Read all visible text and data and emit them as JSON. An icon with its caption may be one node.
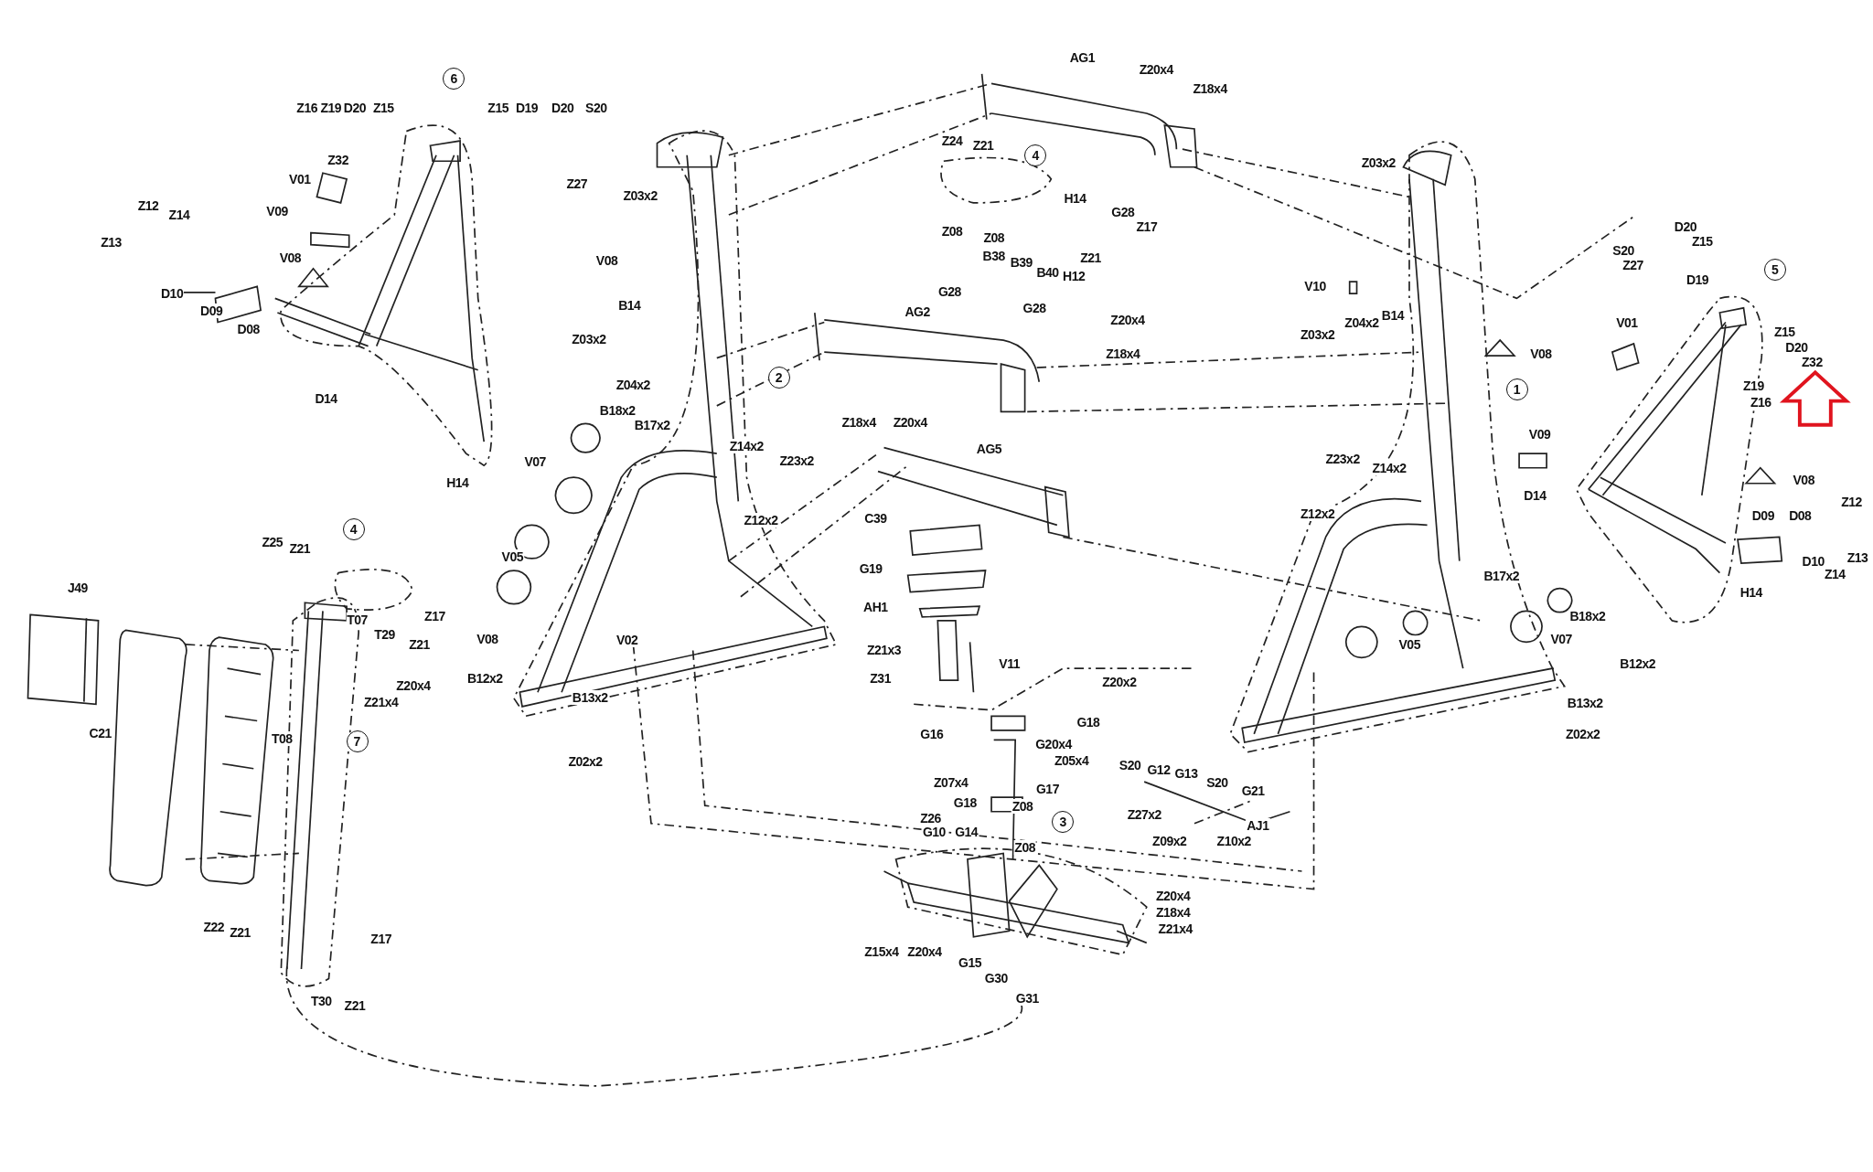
{
  "diagram": {
    "labels": [
      "6",
      "Z16",
      "Z19",
      "D20",
      "Z15",
      "Z15",
      "D19",
      "D20",
      "S20",
      "AG1",
      "Z20x4",
      "Z18x4",
      "Z24",
      "Z21",
      "4",
      "Z32",
      "Z03x2",
      "V01",
      "Z27",
      "Z03x2",
      "H14",
      "Z12",
      "V09",
      "G28",
      "Z14",
      "Z17",
      "D20",
      "Z08",
      "Z08",
      "Z15",
      "Z13",
      "S20",
      "B38",
      "Z21",
      "V08",
      "V08",
      "B39",
      "Z27",
      "5",
      "B40",
      "H12",
      "D19",
      "V10",
      "G28",
      "D10",
      "B14",
      "G28",
      "D09",
      "AG2",
      "B14",
      "Z20x4",
      "Z04x2",
      "V01",
      "D08",
      "Z15",
      "Z03x2",
      "Z03x2",
      "D20",
      "V08",
      "Z18x4",
      "Z32",
      "2",
      "Z04x2",
      "Z19",
      "1",
      "D14",
      "Z16",
      "B18x2",
      "Z18x4",
      "Z20x4",
      "B17x2",
      "V09",
      "Z14x2",
      "AG5",
      "Z23x2",
      "Z23x2",
      "V07",
      "Z14x2",
      "H14",
      "V08",
      "D14",
      "Z12",
      "D08",
      "D09",
      "Z12x2",
      "C39",
      "Z12x2",
      "4",
      "Z25",
      "Z21",
      "Z13",
      "V05",
      "D10",
      "G19",
      "Z14",
      "B17x2",
      "J49",
      "H14",
      "AH1",
      "B18x2",
      "Z17",
      "T07",
      "T29",
      "V08",
      "V02",
      "V07",
      "Z21",
      "V05",
      "Z21x3",
      "V11",
      "B12x2",
      "Z31",
      "Z20x2",
      "Z20x4",
      "B13x2",
      "B12x2",
      "Z21x4",
      "B13x2",
      "G18",
      "C21",
      "G16",
      "Z02x2",
      "T08",
      "7",
      "G20x4",
      "Z05x4",
      "Z02x2",
      "S20",
      "G12",
      "G13",
      "S20",
      "Z07x4",
      "G17",
      "G21",
      "G18",
      "Z08",
      "Z26",
      "Z27x2",
      "3",
      "AJ1",
      "G10",
      "G14",
      "Z09x2",
      "Z10x2",
      "Z08",
      "Z20x4",
      "Z18x4",
      "Z22",
      "Z21",
      "Z21x4",
      "Z17",
      "Z15x4",
      "Z20x4",
      "G15",
      "G30",
      "T30",
      "Z21",
      "G31"
    ]
  }
}
